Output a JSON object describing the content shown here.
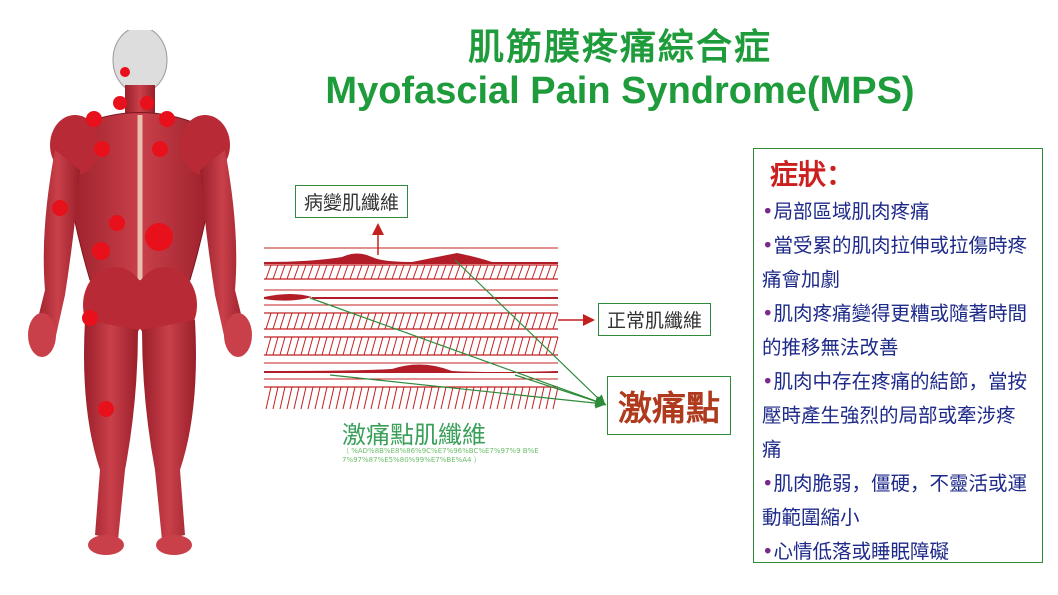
{
  "title": {
    "chinese": "肌筋膜疼痛綜合症",
    "english": "Myofascial Pain Syndrome(MPS)"
  },
  "diagram": {
    "abnormal_fiber_label": "病變肌纖維",
    "normal_fiber_label": "正常肌纖維",
    "trigger_point_label": "激痛點",
    "trigger_fiber_label": "激痛點肌纖維",
    "source_text": "（ %AD%8B%E8%86%9C%E7%96%BC%E7%97%9 B%E7%97%87%E5%80%99%E7%BE%A4 ）"
  },
  "symptoms": {
    "heading": "症狀：",
    "items": [
      "局部區域肌肉疼痛",
      "當受累的肌肉拉伸或拉傷時疼痛會加劇",
      "肌肉疼痛變得更糟或隨著時間的推移無法改善",
      "肌肉中存在疼痛的結節，當按壓時產生強烈的局部或牽涉疼痛",
      "肌肉脆弱，僵硬，不靈活或運動範圍縮小",
      "心情低落或睡眠障礙"
    ],
    "bullet": "•"
  },
  "colors": {
    "title": "#1e9b3a",
    "muscle": "#b82a35",
    "trigger_dot": "#e8101a",
    "arrow": "#c42020",
    "pointer": "#2e8b3a",
    "symptom_text": "#1e2a8a",
    "heading": "#cc1f1f"
  }
}
